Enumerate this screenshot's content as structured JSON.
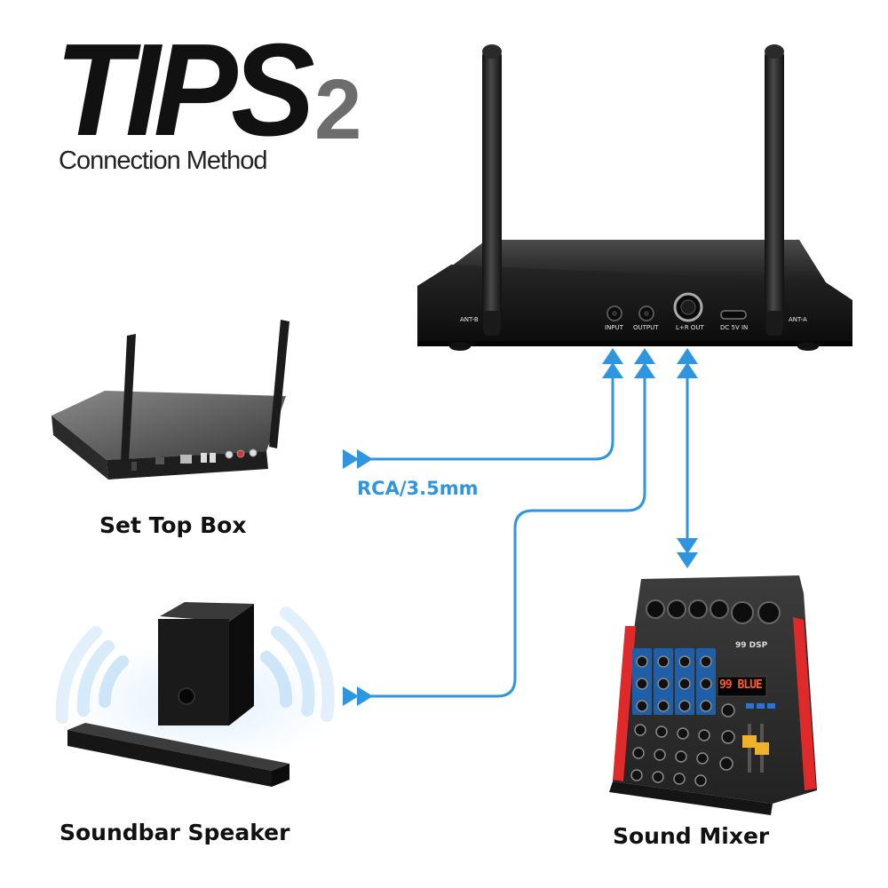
{
  "header": {
    "title": "TIPS",
    "number": "2",
    "subtitle": "Connection Method"
  },
  "receiver": {
    "ports": {
      "ant_b": "ANT-B",
      "input": "INPUT",
      "output": "OUTPUT",
      "lr_out": "L+R OUT",
      "dc_in": "DC 5V IN",
      "ant_a": "ANT-A"
    }
  },
  "devices": {
    "set_top_box": "Set Top Box",
    "soundbar": "Soundbar Speaker",
    "mixer": "Sound Mixer",
    "mixer_display": "99 BLUE",
    "mixer_model": "99 DSP"
  },
  "cable_label": "RCA/3.5mm",
  "colors": {
    "arrow": "#2f95df",
    "title": "#111111",
    "number": "#6d6d6d",
    "mixer_accent": "#e02a2a"
  }
}
